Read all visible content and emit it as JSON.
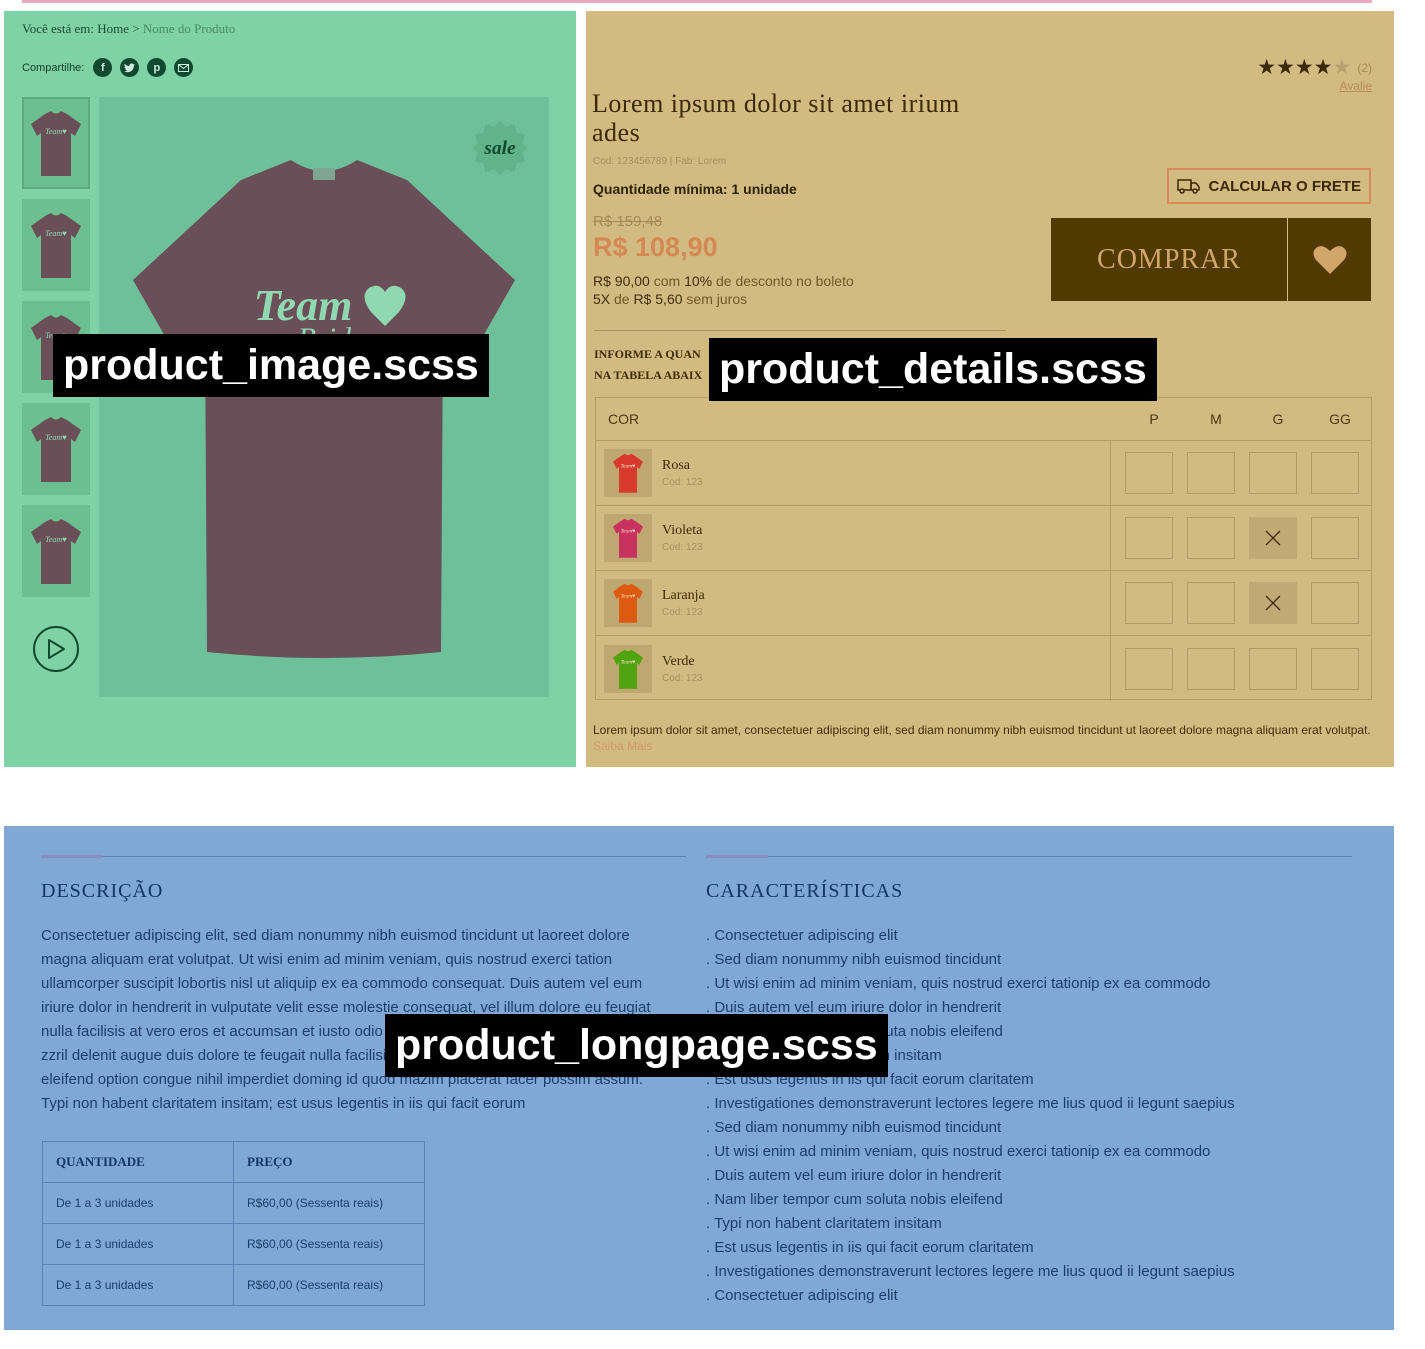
{
  "breadcrumb": {
    "prefix": "Você está em:",
    "home": "Home",
    "sep": ">",
    "current": "Nome do Produto"
  },
  "share": {
    "label": "Compartilhe:",
    "icons": [
      "facebook-icon",
      "twitter-icon",
      "pinterest-icon",
      "email-icon"
    ]
  },
  "gallery": {
    "thumb_count": 5,
    "badge": "sale",
    "print_line1": "Team",
    "print_line2": "Bride"
  },
  "product": {
    "rating": {
      "stars": 4,
      "max": 5,
      "count_label": "(2)",
      "review_link": "Avalie"
    },
    "title": "Lorem ipsum dolor sit amet irium ades",
    "codes": "Cod: 123456789  |  Fab: Lorem",
    "min_qty": "Quantidade mínima: 1 unidade",
    "shipping_button": "CALCULAR O FRETE",
    "old_price": "R$ 159,48",
    "price": "R$ 108,90",
    "boleto": {
      "value": "R$ 90,00",
      "com": "com",
      "pct": "10%",
      "rest": "de desconto no boleto"
    },
    "installments": {
      "n": "5X",
      "de": "de",
      "value": "R$ 5,60",
      "rest": "sem juros"
    },
    "buy_button": "COMPRAR",
    "instructions": {
      "line1": "INFORME A QUAN",
      "line2": "NA TABELA ABAIX"
    },
    "grid": {
      "color_header": "COR",
      "sizes": [
        "P",
        "M",
        "G",
        "GG"
      ],
      "rows": [
        {
          "name": "Rosa",
          "code": "Cod: 123",
          "color": "#d83a2c",
          "unavailable": []
        },
        {
          "name": "Violeta",
          "code": "Cod: 123",
          "color": "#c8325e",
          "unavailable": [
            "G"
          ]
        },
        {
          "name": "Laranja",
          "code": "Cod: 123",
          "color": "#dd5a10",
          "unavailable": [
            "G"
          ]
        },
        {
          "name": "Verde",
          "code": "Cod: 123",
          "color": "#52a312",
          "unavailable": []
        }
      ]
    },
    "short_description": "Lorem ipsum dolor sit amet, consectetuer adipiscing elit, sed diam nonummy nibh euismod tincidunt ut laoreet dolore magna aliquam erat volutpat.",
    "read_more": "Saiba Mais"
  },
  "longpage": {
    "description_title": "DESCRIÇÃO",
    "description_text": "Consectetuer adipiscing elit, sed diam nonummy nibh euismod tincidunt ut laoreet dolore magna aliquam erat volutpat. Ut wisi enim ad minim veniam, quis nostrud exerci tation ullamcorper suscipit lobortis nisl ut aliquip ex ea commodo consequat. Duis autem vel eum iriure dolor in hendrerit in vulputate velit esse molestie consequat, vel illum dolore eu feugiat nulla facilisis at vero eros et accumsan et iusto odio dignissim qui blandit praesent luptatum zzril delenit augue duis dolore te feugait nulla facilisi. Nam liber tempor cum soluta nobis eleifend option congue nihil imperdiet doming id quod mazim placerat facer possim assum. Typi non habent claritatem insitam; est usus legentis in iis qui facit eorum",
    "price_table": {
      "headers": [
        "QUANTIDADE",
        "PREÇO"
      ],
      "rows": [
        [
          "De 1 a 3 unidades",
          "R$60,00 (Sessenta reais)"
        ],
        [
          "De 1 a 3 unidades",
          "R$60,00 (Sessenta reais)"
        ],
        [
          "De 1 a 3 unidades",
          "R$60,00 (Sessenta reais)"
        ]
      ]
    },
    "features_title": "CARACTERÍSTICAS",
    "features": [
      "Consectetuer adipiscing elit",
      "Sed diam nonummy nibh euismod tincidunt",
      "Ut wisi enim ad minim veniam, quis nostrud exerci tationip ex ea commodo",
      "Duis autem vel eum iriure dolor in hendrerit",
      "Nam liber tempor cum soluta nobis eleifend",
      "Typi non habent claritatem insitam",
      "Est usus legentis in iis qui facit eorum claritatem",
      "Investigationes demonstraverunt lectores legere me lius quod ii legunt saepius",
      "Sed diam nonummy nibh euismod tincidunt",
      "Ut wisi enim ad minim veniam, quis nostrud exerci tationip ex ea commodo",
      "Duis autem vel eum iriure dolor in hendrerit",
      "Nam liber tempor cum soluta nobis eleifend",
      "Typi non habent claritatem insitam",
      "Est usus legentis in iis qui facit eorum claritatem",
      "Investigationes demonstraverunt lectores legere me lius quod ii legunt saepius",
      "Consectetuer adipiscing elit"
    ]
  },
  "labels": {
    "image": "product_image.scss",
    "details": "product_details.scss",
    "longpage": "product_longpage.scss"
  },
  "colors": {
    "image_overlay": "#7fd2a5",
    "details_overlay": "#d2bb80",
    "longpage_overlay": "#7fa8d4",
    "tee": "#6a4f59",
    "accent_price": "#d38855",
    "buy_button": "#503a00"
  }
}
